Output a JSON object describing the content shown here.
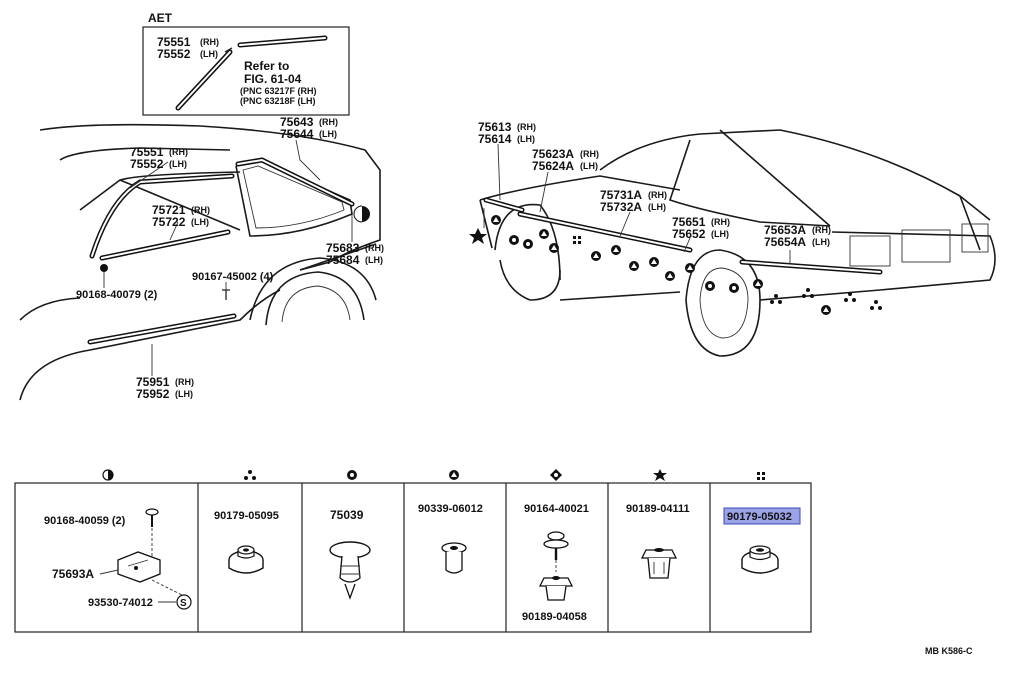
{
  "inset": {
    "title": "AET",
    "part_a": "75551",
    "part_a_side": "(RH)",
    "part_b": "75552",
    "part_b_side": "(LH)",
    "refer_line1": "Refer to",
    "refer_line2": "FIG. 61-04",
    "refer_pnc1": "(PNC 63217F (RH)",
    "refer_pnc2": "(PNC 63218F (LH)"
  },
  "left_callouts": [
    {
      "part": "75551",
      "side": "(RH)"
    },
    {
      "part": "75552",
      "side": "(LH)"
    },
    {
      "part": "75643",
      "side": "(RH)"
    },
    {
      "part": "75644",
      "side": "(LH)"
    },
    {
      "part": "75721",
      "side": "(RH)"
    },
    {
      "part": "75722",
      "side": "(LH)"
    },
    {
      "part": "90167-45002 (4)",
      "side": ""
    },
    {
      "part": "90168-40079 (2)",
      "side": ""
    },
    {
      "part": "75683",
      "side": "(RH)"
    },
    {
      "part": "75684",
      "side": "(LH)"
    },
    {
      "part": "75951",
      "side": "(RH)"
    },
    {
      "part": "75952",
      "side": "(LH)"
    }
  ],
  "right_callouts": [
    {
      "part": "75613",
      "side": "(RH)"
    },
    {
      "part": "75614",
      "side": "(LH)"
    },
    {
      "part": "75623A",
      "side": "(RH)"
    },
    {
      "part": "75624A",
      "side": "(LH)"
    },
    {
      "part": "75731A",
      "side": "(RH)"
    },
    {
      "part": "75732A",
      "side": "(LH)"
    },
    {
      "part": "75651",
      "side": "(RH)"
    },
    {
      "part": "75652",
      "side": "(LH)"
    },
    {
      "part": "75653A",
      "side": "(RH)"
    },
    {
      "part": "75654A",
      "side": "(LH)"
    }
  ],
  "fastener_table": {
    "columns": [
      {
        "symbol": "half-circle-symbol",
        "parts": [
          "90168-40059 (2)",
          "75693A",
          "93530-74012"
        ],
        "circled": "S"
      },
      {
        "symbol": "three-dots-symbol",
        "parts": [
          "90179-05095"
        ]
      },
      {
        "symbol": "clip-ring-symbol",
        "parts": [
          "75039"
        ]
      },
      {
        "symbol": "triangle-symbol",
        "parts": [
          "90339-06012"
        ]
      },
      {
        "symbol": "diamond-circle-symbol",
        "parts": [
          "90164-40021",
          "90189-04058"
        ]
      },
      {
        "symbol": "star-symbol",
        "parts": [
          "90189-04111"
        ]
      },
      {
        "symbol": "grid-symbol",
        "parts": [
          "90179-05032"
        ],
        "highlighted": true
      }
    ]
  },
  "figure_code": "MB  K586-C",
  "colors": {
    "highlight_fill": "#9aa3e6",
    "highlight_stroke": "#3b46b8",
    "ink": "#111111"
  }
}
